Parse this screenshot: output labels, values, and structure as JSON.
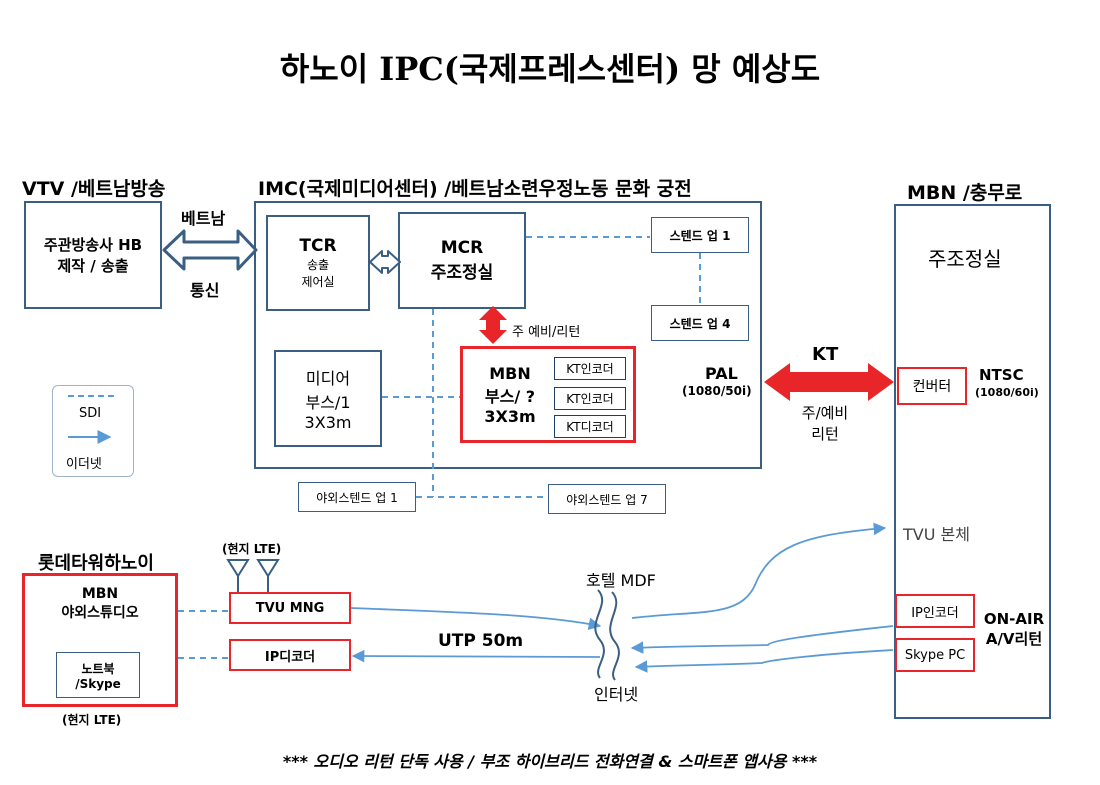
{
  "title": "하노이 IPC(국제프레스센터) 망 예상도",
  "vtv": {
    "heading": "VTV /베트남방송",
    "box_line1": "주관방송사 HB",
    "box_line2": "제작 / 송출",
    "link_top": "베트남",
    "link_bottom": "통신"
  },
  "imc": {
    "heading": "IMC(국제미디어센터) /베트남소련우정노동 문화 궁전",
    "tcr_title": "TCR",
    "tcr_line1": "송출",
    "tcr_line2": "제어실",
    "mcr_title": "MCR",
    "mcr_sub": "주조정실",
    "stand1": "스텐드 업 1",
    "stand4": "스텐드 업 4",
    "arrow_label": "주 예비/리턴",
    "media_line1": "미디어",
    "media_line2": "부스/1",
    "media_line3": "3X3m",
    "mbn_line1": "MBN",
    "mbn_line2": "부스/ ?",
    "mbn_line3": "3X3m",
    "kt_enc1": "KT인코더",
    "kt_enc2": "KT인코더",
    "kt_dec": "KT디코더",
    "pal": "PAL",
    "pal_res": "(1080/50i)",
    "outdoor1": "야외스텐드 업 1",
    "outdoor7": "야외스텐드 업 7"
  },
  "kt": {
    "label": "KT",
    "sub_line1": "주/예비",
    "sub_line2": "리턴"
  },
  "mbn": {
    "heading": "MBN /충무로",
    "main": "주조정실",
    "converter": "컨버터",
    "ntsc": "NTSC",
    "ntsc_res": "(1080/60i)",
    "tvu": "TVU 본체",
    "ip_encoder": "IP인코더",
    "skype_pc": "Skype PC",
    "onair_line1": "ON-AIR",
    "onair_line2": "A/V리턴"
  },
  "legend": {
    "sdi": "SDI",
    "ethernet": "이더넷"
  },
  "lotte": {
    "heading": "롯데타워하노이",
    "studio_line1": "MBN",
    "studio_line2": "야외스튜디오",
    "laptop_line1": "노트북",
    "laptop_line2": "/Skype",
    "lte_bottom": "(현지 LTE)",
    "lte_top": "(현지 LTE)",
    "tvu_mng": "TVU MNG",
    "ip_decoder": "IP디코더",
    "utp": "UTP 50m",
    "hotel": "호텔 MDF",
    "internet": "인터넷"
  },
  "footer": "*** 오디오 리턴 단독 사용 / 부조 하이브리드 전화연결 & 스마트폰 앱사용 ***",
  "colors": {
    "box_border": "#3a5f82",
    "red": "#e8262a",
    "line": "#5b9bd5"
  }
}
